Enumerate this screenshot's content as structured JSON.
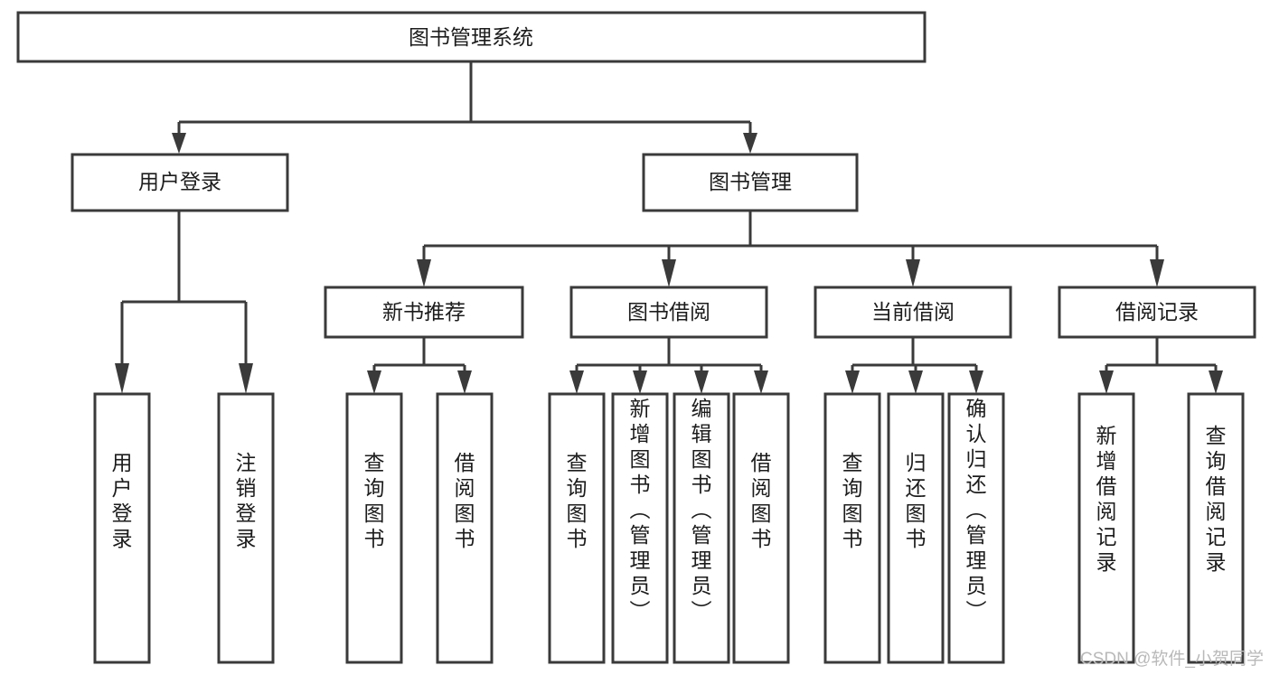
{
  "diagram": {
    "type": "hierarchy-tree",
    "title": "图书管理系统",
    "root": {
      "id": "root",
      "label": "图书管理系统",
      "orientation": "horizontal"
    },
    "level2": [
      {
        "id": "user-login",
        "label": "用户登录",
        "orientation": "horizontal"
      },
      {
        "id": "book-manage",
        "label": "图书管理",
        "orientation": "horizontal"
      }
    ],
    "level3": [
      {
        "id": "new-book-recommend",
        "label": "新书推荐",
        "orientation": "horizontal",
        "parent": "book-manage"
      },
      {
        "id": "book-borrow",
        "label": "图书借阅",
        "orientation": "horizontal",
        "parent": "book-manage"
      },
      {
        "id": "current-borrow",
        "label": "当前借阅",
        "orientation": "horizontal",
        "parent": "book-manage"
      },
      {
        "id": "borrow-record",
        "label": "借阅记录",
        "orientation": "horizontal",
        "parent": "book-manage"
      }
    ],
    "leaves": [
      {
        "id": "leaf-user-login",
        "label": "用户登录",
        "orientation": "vertical",
        "parent": "user-login"
      },
      {
        "id": "leaf-user-logout",
        "label": "注销登录",
        "orientation": "vertical",
        "parent": "user-login"
      },
      {
        "id": "leaf-query-book-1",
        "label": "查询图书",
        "orientation": "vertical",
        "parent": "new-book-recommend"
      },
      {
        "id": "leaf-borrow-book-1",
        "label": "借阅图书",
        "orientation": "vertical",
        "parent": "new-book-recommend"
      },
      {
        "id": "leaf-query-book-2",
        "label": "查询图书",
        "orientation": "vertical",
        "parent": "book-borrow"
      },
      {
        "id": "leaf-add-book",
        "label": "新增图书（管理员）",
        "orientation": "vertical",
        "parent": "book-borrow"
      },
      {
        "id": "leaf-edit-book",
        "label": "编辑图书（管理员）",
        "orientation": "vertical",
        "parent": "book-borrow"
      },
      {
        "id": "leaf-borrow-book-2",
        "label": "借阅图书",
        "orientation": "vertical",
        "parent": "book-borrow"
      },
      {
        "id": "leaf-query-book-3",
        "label": "查询图书",
        "orientation": "vertical",
        "parent": "current-borrow"
      },
      {
        "id": "leaf-return-book",
        "label": "归还图书",
        "orientation": "vertical",
        "parent": "current-borrow"
      },
      {
        "id": "leaf-confirm-return",
        "label": "确认归还（管理员）",
        "orientation": "vertical",
        "parent": "current-borrow"
      },
      {
        "id": "leaf-add-record",
        "label": "新增借阅记录",
        "orientation": "vertical",
        "parent": "borrow-record"
      },
      {
        "id": "leaf-query-record",
        "label": "查询借阅记录",
        "orientation": "vertical",
        "parent": "borrow-record"
      }
    ]
  },
  "watermark": {
    "text": "CSDN @软件_小贺同学"
  },
  "colors": {
    "stroke": "#3a3a3a",
    "box_fill": "#ffffff",
    "text": "#1c1c1c",
    "watermark": "#b9b9b9",
    "background": "#ffffff"
  }
}
